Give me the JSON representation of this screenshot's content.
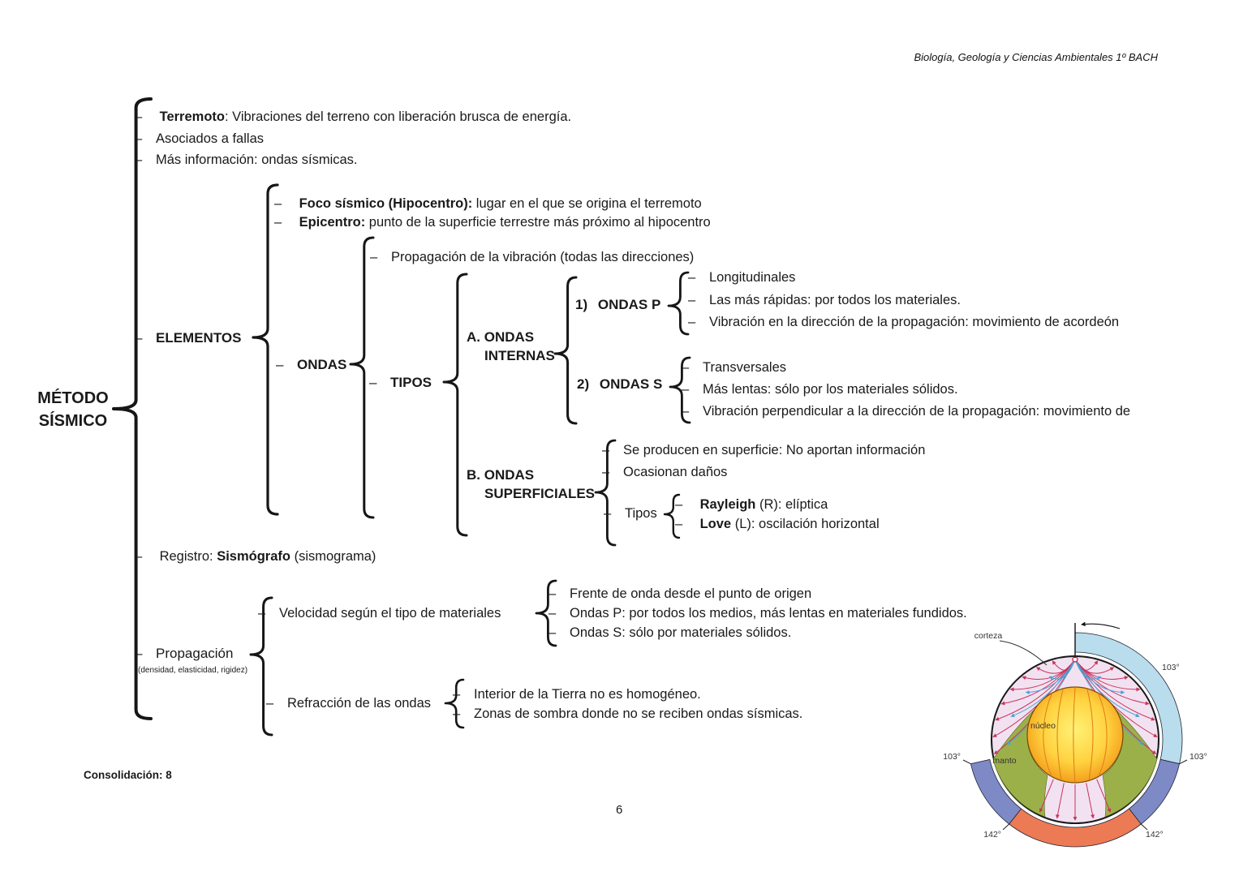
{
  "header": {
    "course": "Biología, Geología y Ciencias Ambientales 1º BACH"
  },
  "root": {
    "line1": "MÉTODO",
    "line2": "SÍSMICO"
  },
  "intro": {
    "terremoto_bold": "Terremoto",
    "terremoto_rest": ": Vibraciones del terreno con liberación brusca de energía.",
    "fallas": "Asociados a fallas",
    "info": "Más información: ondas sísmicas."
  },
  "elementos": {
    "label": "ELEMENTOS",
    "foco_bold": "Foco sísmico (Hipocentro):",
    "foco_rest": " lugar en el que se origina el terremoto",
    "epicentro_bold": "Epicentro:",
    "epicentro_rest": " punto de la superficie terrestre más próximo al hipocentro",
    "ondas": {
      "label": "ONDAS",
      "propagacion": "Propagación de la vibración (todas las direcciones)",
      "tipos": {
        "label": "TIPOS",
        "internas": {
          "label1": "A. ONDAS",
          "label2": "INTERNAS",
          "p": {
            "num": "1)",
            "label": "ONDAS P",
            "items": [
              "Longitudinales",
              "Las más rápidas: por todos los materiales.",
              "Vibración en la dirección de la propagación: movimiento de acordeón"
            ]
          },
          "s": {
            "num": "2)",
            "label": "ONDAS S",
            "items": [
              "Transversales",
              "Más lentas: sólo por los materiales sólidos.",
              "Vibración perpendicular a la dirección de la propagación: movimiento de"
            ]
          }
        },
        "superficiales": {
          "label1": "B. ONDAS",
          "label2": "SUPERFICIALES",
          "items": [
            "Se producen en superficie: No aportan información",
            "Ocasionan daños"
          ],
          "tipos_label": "Tipos",
          "rayleigh_bold": "Rayleigh",
          "rayleigh_rest": " (R): elíptica",
          "love_bold": "Love",
          "love_rest": " (L): oscilación horizontal"
        }
      }
    }
  },
  "registro": {
    "pre": "Registro: ",
    "bold": "Sismógrafo",
    "post": " (sismograma)"
  },
  "propagacion": {
    "label": "Propagación",
    "sublabel": "(densidad, elasticidad, rigidez)",
    "velocidad": {
      "label": "Velocidad según el tipo de materiales",
      "items": [
        "Frente de onda desde el punto de origen",
        "Ondas P: por todos los medios, más lentas en materiales fundidos.",
        "Ondas S: sólo por materiales sólidos."
      ]
    },
    "refraccion": {
      "label": "Refracción de las ondas",
      "items": [
        "Interior de la Tierra no es homogéneo.",
        "Zonas de sombra donde no se reciben ondas sísmicas."
      ]
    }
  },
  "footer": {
    "consolidacion": "Consolidación: 8",
    "page": "6"
  },
  "earth": {
    "labels": {
      "corteza": "corteza",
      "nucleo": "núcleo",
      "manto": "manto",
      "deg103": "103°",
      "deg142": "142°"
    },
    "colors": {
      "p_band": "#b9ddec",
      "shadow_band": "#7e8ac6",
      "bottom_band": "#ec7a54",
      "mantle": "#9cb04a",
      "interior": "#f2e2f1",
      "core_center": "#fff176",
      "core_edge": "#ef8e12",
      "ray_p": "#c9325a",
      "ray_s": "#4aa3d8"
    }
  }
}
